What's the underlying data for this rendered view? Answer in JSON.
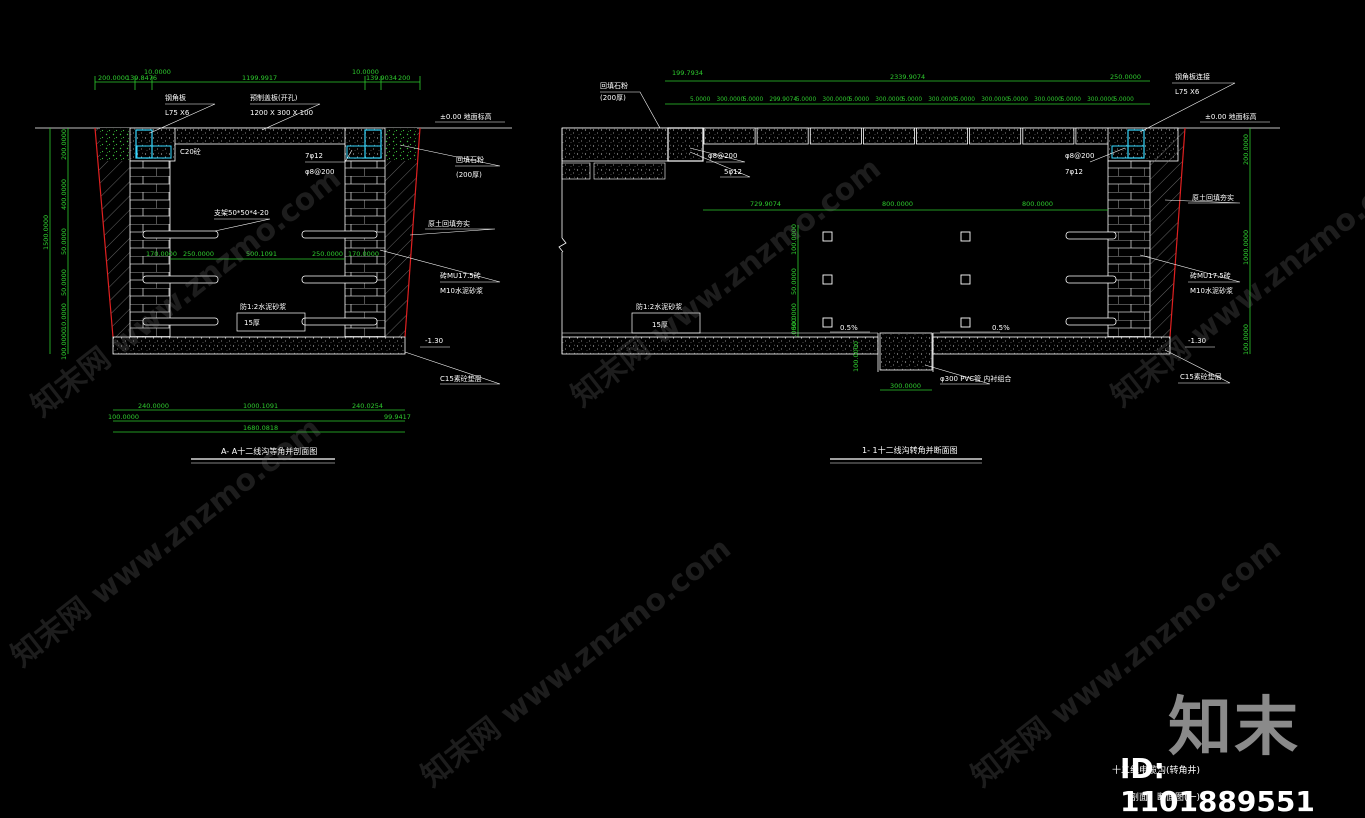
{
  "drawing": {
    "left_title": "A- A十二线沟等角并剖面图",
    "right_title": "1- 1十二线沟转角并断面图",
    "sheet_title_line1": "十二线电缆沟(转角井)",
    "sheet_title_line2": "剖面、断面图(一)"
  },
  "left": {
    "dims_top": [
      "200.0000",
      "139.8476",
      "10.0000",
      "1199.9917",
      "10.0000",
      "139.9034",
      "200"
    ],
    "dims_bottom": [
      "240.0000",
      "1000.1091",
      "240.0254",
      "100.0000",
      "99.9417",
      "1680.0818"
    ],
    "dims_left": [
      "1500.0000",
      "200.0000",
      "400.0000",
      "50.0000",
      "50.0000",
      "10.0000",
      "100.0000"
    ],
    "dims_inner": [
      "170.0000",
      "250.0000",
      "500.1091",
      "250.0000",
      "170.0000"
    ],
    "labels": {
      "steel_angle": "钢角板",
      "l75": "L75 X6",
      "cover": "预制盖板(开孔)",
      "cover_size": "1200 X 300 X 100",
      "elev_top": "±0.00 地面标高",
      "c20": "C20砼",
      "rebar7": "7φ12",
      "rebar8": "φ8@200",
      "backfill": "回填石粉",
      "backfill2": "(200厚)",
      "bracket": "支架50*50*4-20",
      "plaster": "原土回填夯实",
      "brick": "砖MU17.5砖",
      "mortar": "M10水泥砂浆",
      "waterproof": "防1:2水泥砂浆",
      "thick15": "15厚",
      "elev_bot": "-1.30",
      "c15": "C15素砼垫层"
    }
  },
  "right": {
    "dims_top": [
      "199.7934",
      "2339.9074",
      "250.0000"
    ],
    "dims_top2": [
      "5.0000",
      "300.0000",
      "5.0000",
      "299.9074",
      "5.0000",
      "300.0000",
      "5.0000",
      "300.0000",
      "5.0000",
      "300.0000",
      "5.0000",
      "300.0000",
      "5.0000",
      "300.0000",
      "5.0000",
      "300.0000",
      "5.0000"
    ],
    "dims_mid": [
      "729.9074",
      "800.0000",
      "800.0000"
    ],
    "dims_vert_left": [
      "100.0000",
      "50.0000",
      "50.0000",
      "10.0000"
    ],
    "dims_vert_right": [
      "200.0000",
      "1000.0000",
      "100.0000"
    ],
    "dims_pipe": [
      "100.0000",
      "300.0000"
    ],
    "labels": {
      "backfill": "回填石粉",
      "backfill2": "(200厚)",
      "steel_angle": "钢角板连接",
      "l75": "L75 X6",
      "elev_top": "±0.00 地面标高",
      "rebar8": "φ8@200",
      "rebar5": "5φ12",
      "rebar8b": "φ8@200",
      "rebar7": "7φ12",
      "plaster": "原土回填夯实",
      "brick": "砖MU17.5砖",
      "mortar": "M10水泥砂浆",
      "waterproof": "防1:2水泥砂浆",
      "thick15": "15厚",
      "slope": "0.5%",
      "pvc": "φ300 PVC管  内衬组合",
      "elev_bot": "-1.30",
      "c15": "C15素砼垫层"
    }
  },
  "watermark": {
    "text": "知末网 www.znzmo.com",
    "brand": "知末",
    "id": "ID: 1101889551"
  }
}
